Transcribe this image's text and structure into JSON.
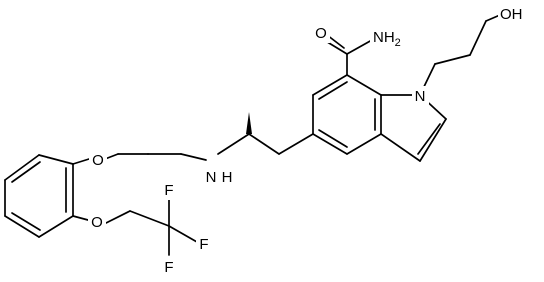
{
  "structure": {
    "atoms": {
      "o_carbonyl": "O",
      "nh2": "NH2",
      "oh": "OH",
      "n_indole": "N",
      "nh_amine": "N",
      "nh_h": "H",
      "o_ether1": "O",
      "o_ether2": "O",
      "f_top": "F",
      "f_right": "F",
      "f_bottom": "F"
    }
  },
  "colors": {
    "ink": "#000000",
    "background": "#ffffff"
  }
}
